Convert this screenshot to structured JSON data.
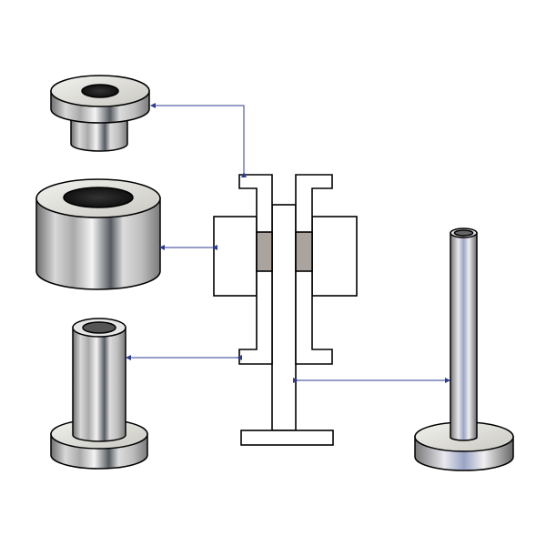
{
  "diagram": {
    "parts": [
      {
        "id": "flanged-bushing-top",
        "icon": "flanged-bushing-icon"
      },
      {
        "id": "thick-ring",
        "icon": "ring-icon"
      },
      {
        "id": "flanged-tube",
        "icon": "flanged-tube-icon"
      },
      {
        "id": "pin-on-base",
        "icon": "pin-icon"
      }
    ],
    "cross_section": {
      "insert_color": "#aaa39e",
      "outline_color": "#000000"
    },
    "arrow_color": "#2e3d8f"
  }
}
